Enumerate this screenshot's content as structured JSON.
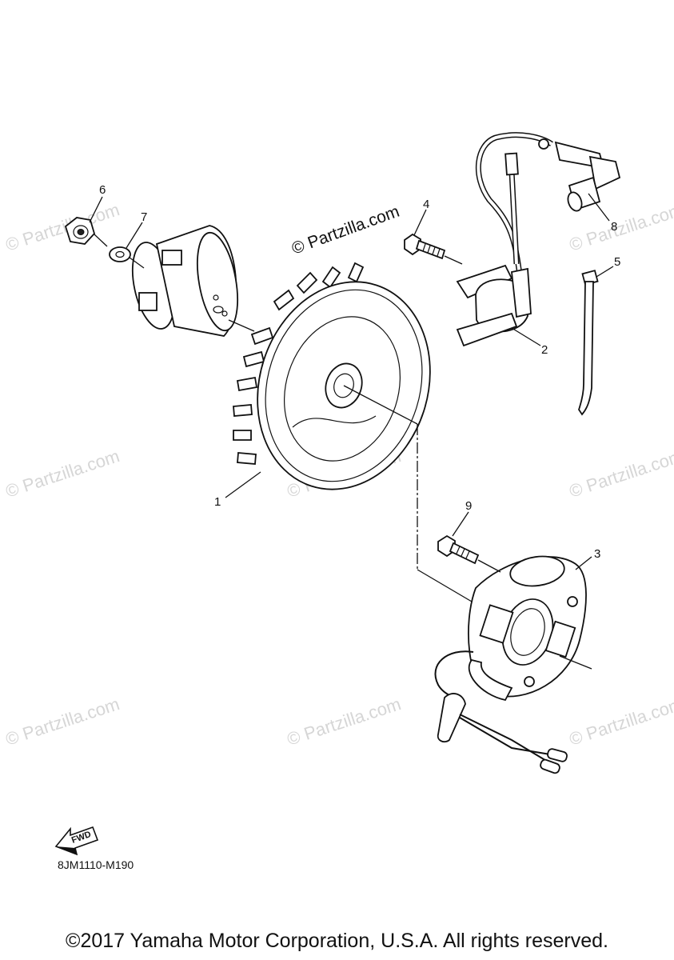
{
  "diagram": {
    "diagram_code": "8JM1110-M190",
    "copyright": "©2017 Yamaha Motor Corporation, U.S.A. All rights reserved.",
    "brand_watermark": "© Partzilla.com",
    "fwd_label": "FWD",
    "background_watermark_text": "© Partzilla.com",
    "callouts": [
      "1",
      "2",
      "3",
      "4",
      "5",
      "6",
      "7",
      "8",
      "9"
    ],
    "colors": {
      "line": "#111111",
      "watermark": "#d6d6d6",
      "background": "#ffffff"
    }
  }
}
